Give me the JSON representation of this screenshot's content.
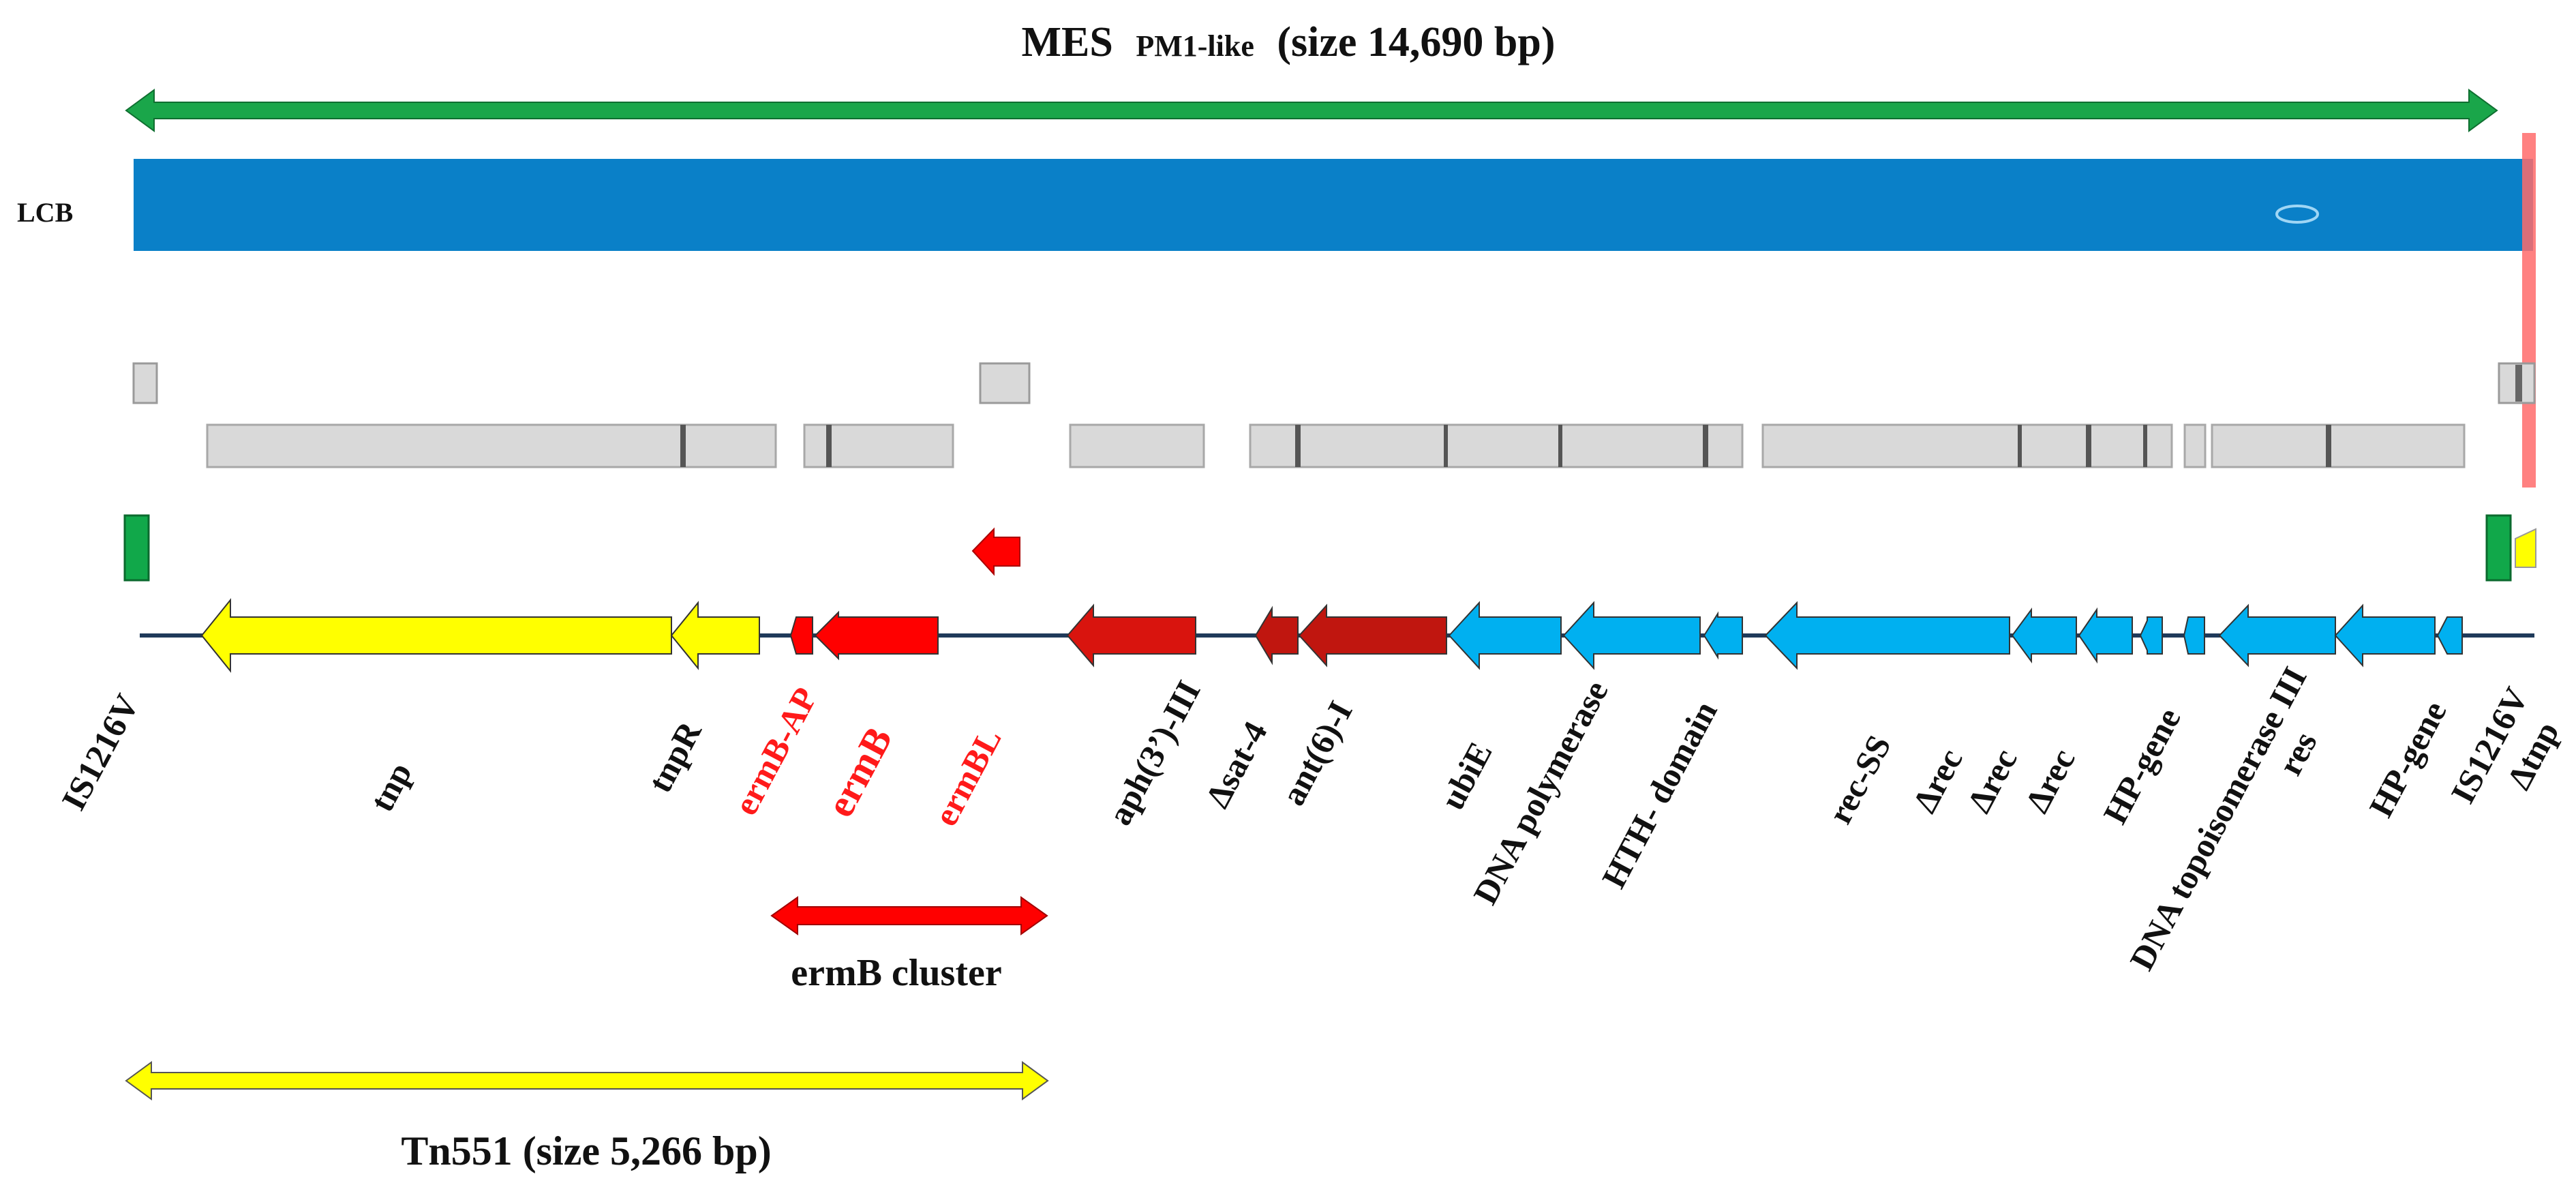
{
  "title": {
    "main": "MES",
    "sub": "PM1-like",
    "size": "(size 14,690 bp)"
  },
  "track_label": "LCB",
  "genes": [
    {
      "label": "IS1216V",
      "color": "#111111"
    },
    {
      "label": "tnp",
      "color": "#111111"
    },
    {
      "label": "tnpR",
      "color": "#111111"
    },
    {
      "label": "ermB-AP",
      "color": "#ff1a1a"
    },
    {
      "label": "ermB",
      "color": "#ff1a1a"
    },
    {
      "label": "ermBL",
      "color": "#ff1a1a"
    },
    {
      "label": "aph(3’)-III",
      "color": "#111111"
    },
    {
      "label": "Δsat-4",
      "color": "#111111"
    },
    {
      "label": "ant(6)-I",
      "color": "#111111"
    },
    {
      "label": "ubiE",
      "color": "#111111"
    },
    {
      "label": "DNA polymerase",
      "color": "#111111"
    },
    {
      "label": "HTH- domain",
      "color": "#111111"
    },
    {
      "label": "rec-SS",
      "color": "#111111"
    },
    {
      "label": "Δrec",
      "color": "#111111"
    },
    {
      "label": "Δrec",
      "color": "#111111"
    },
    {
      "label": "Δrec",
      "color": "#111111"
    },
    {
      "label": "HP-gene",
      "color": "#111111"
    },
    {
      "label": "DNA topoisomerase III",
      "color": "#111111"
    },
    {
      "label": "res",
      "color": "#111111"
    },
    {
      "label": "HP-gene",
      "color": "#111111"
    },
    {
      "label": "IS1216V",
      "color": "#111111"
    },
    {
      "label": "Δtnp",
      "color": "#111111"
    }
  ],
  "ermB_cluster_label": "ermB cluster",
  "tn551_label": "Tn551 (size 5,266 bp)",
  "colors": {
    "mes_arrow": "#1aa64a",
    "lcb_bar": "#0a80c8",
    "tn551_yellow": "#ffff00",
    "erm_red": "#ff0000",
    "dark_red": "#c0160f",
    "cyan": "#00b0f0",
    "is_green": "#11a84a",
    "backbone": "#1f3a5a",
    "gray_block": "#d9d9d9"
  }
}
